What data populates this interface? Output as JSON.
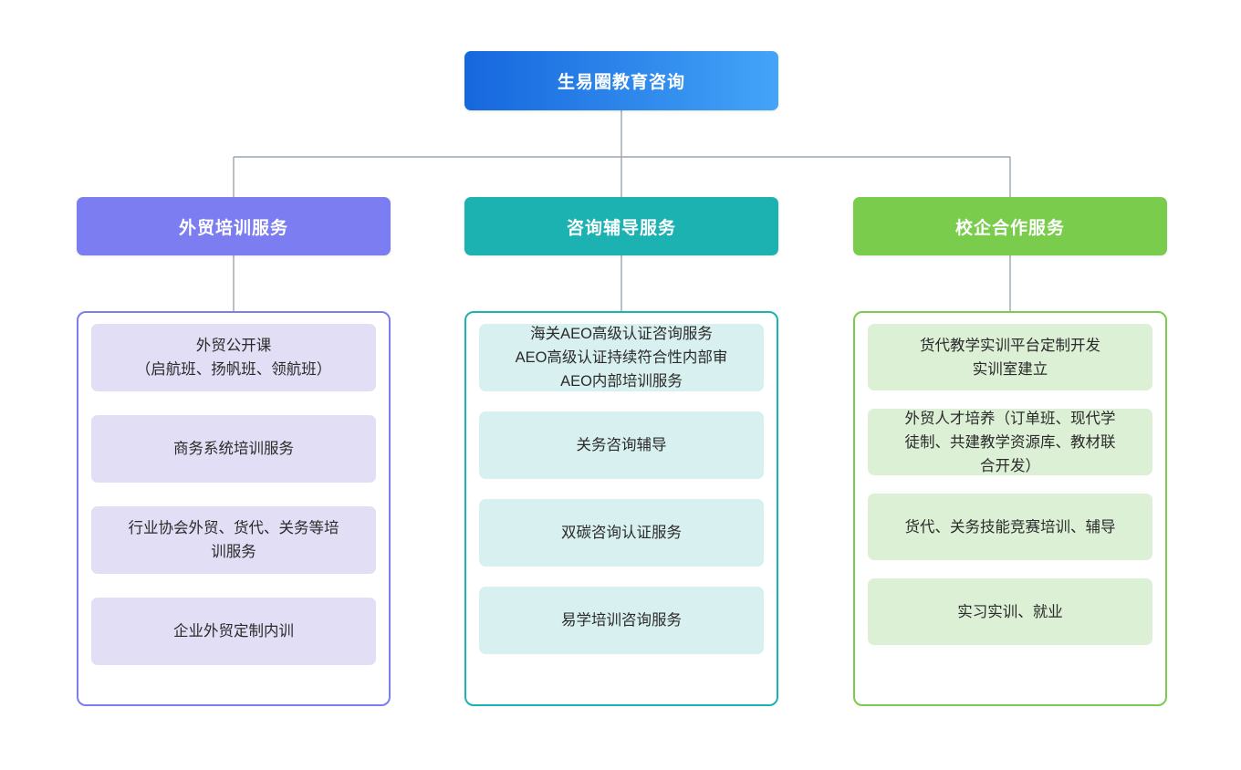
{
  "diagram": {
    "type": "organization-tree",
    "orientation": "top-down",
    "levels": 3,
    "background": "#ffffff",
    "connector_color": "#9aa5b1"
  },
  "root": {
    "label": "生易圈教育咨询",
    "gradient_from": "#1667dd",
    "gradient_to": "#43a4f8",
    "text_color": "#ffffff"
  },
  "branches": [
    {
      "header": {
        "label": "外贸培训服务",
        "fill": "#7b7df0",
        "text_color": "#ffffff"
      },
      "container": {
        "border_color": "#7b7df0",
        "fill": "#ffffff"
      },
      "leaf_fill": "#e2def5",
      "leaf_text_color": "#2b2b2b",
      "items": [
        {
          "label": "外贸公开课\n（启航班、扬帆班、领航班）",
          "lines": 2
        },
        {
          "label": "商务系统培训服务",
          "lines": 1
        },
        {
          "label": "行业协会外贸、货代、关务等培\n训服务",
          "lines": 2
        },
        {
          "label": "企业外贸定制内训",
          "lines": 1
        }
      ]
    },
    {
      "header": {
        "label": "咨询辅导服务",
        "fill": "#1cb2b2",
        "text_color": "#ffffff"
      },
      "container": {
        "border_color": "#1cb2b2",
        "fill": "#ffffff"
      },
      "leaf_fill": "#d8f0ef",
      "leaf_text_color": "#2b2b2b",
      "items": [
        {
          "label": "海关AEO高级认证咨询服务\nAEO高级认证持续符合性内部审\nAEO内部培训服务",
          "lines": 3
        },
        {
          "label": "关务咨询辅导",
          "lines": 1
        },
        {
          "label": "双碳咨询认证服务",
          "lines": 1
        },
        {
          "label": "易学培训咨询服务",
          "lines": 1
        }
      ]
    },
    {
      "header": {
        "label": "校企合作服务",
        "fill": "#79cc4c",
        "text_color": "#ffffff"
      },
      "container": {
        "border_color": "#79cc4c",
        "fill": "#ffffff"
      },
      "leaf_fill": "#dcf0d6",
      "leaf_text_color": "#2b2b2b",
      "items": [
        {
          "label": "货代教学实训平台定制开发\n实训室建立",
          "lines": 2
        },
        {
          "label": "外贸人才培养（订单班、现代学\n徒制、共建教学资源库、教材联\n合开发）",
          "lines": 3
        },
        {
          "label": "货代、关务技能竞赛培训、辅导",
          "lines": 1
        },
        {
          "label": "实习实训、就业",
          "lines": 1
        }
      ]
    }
  ]
}
